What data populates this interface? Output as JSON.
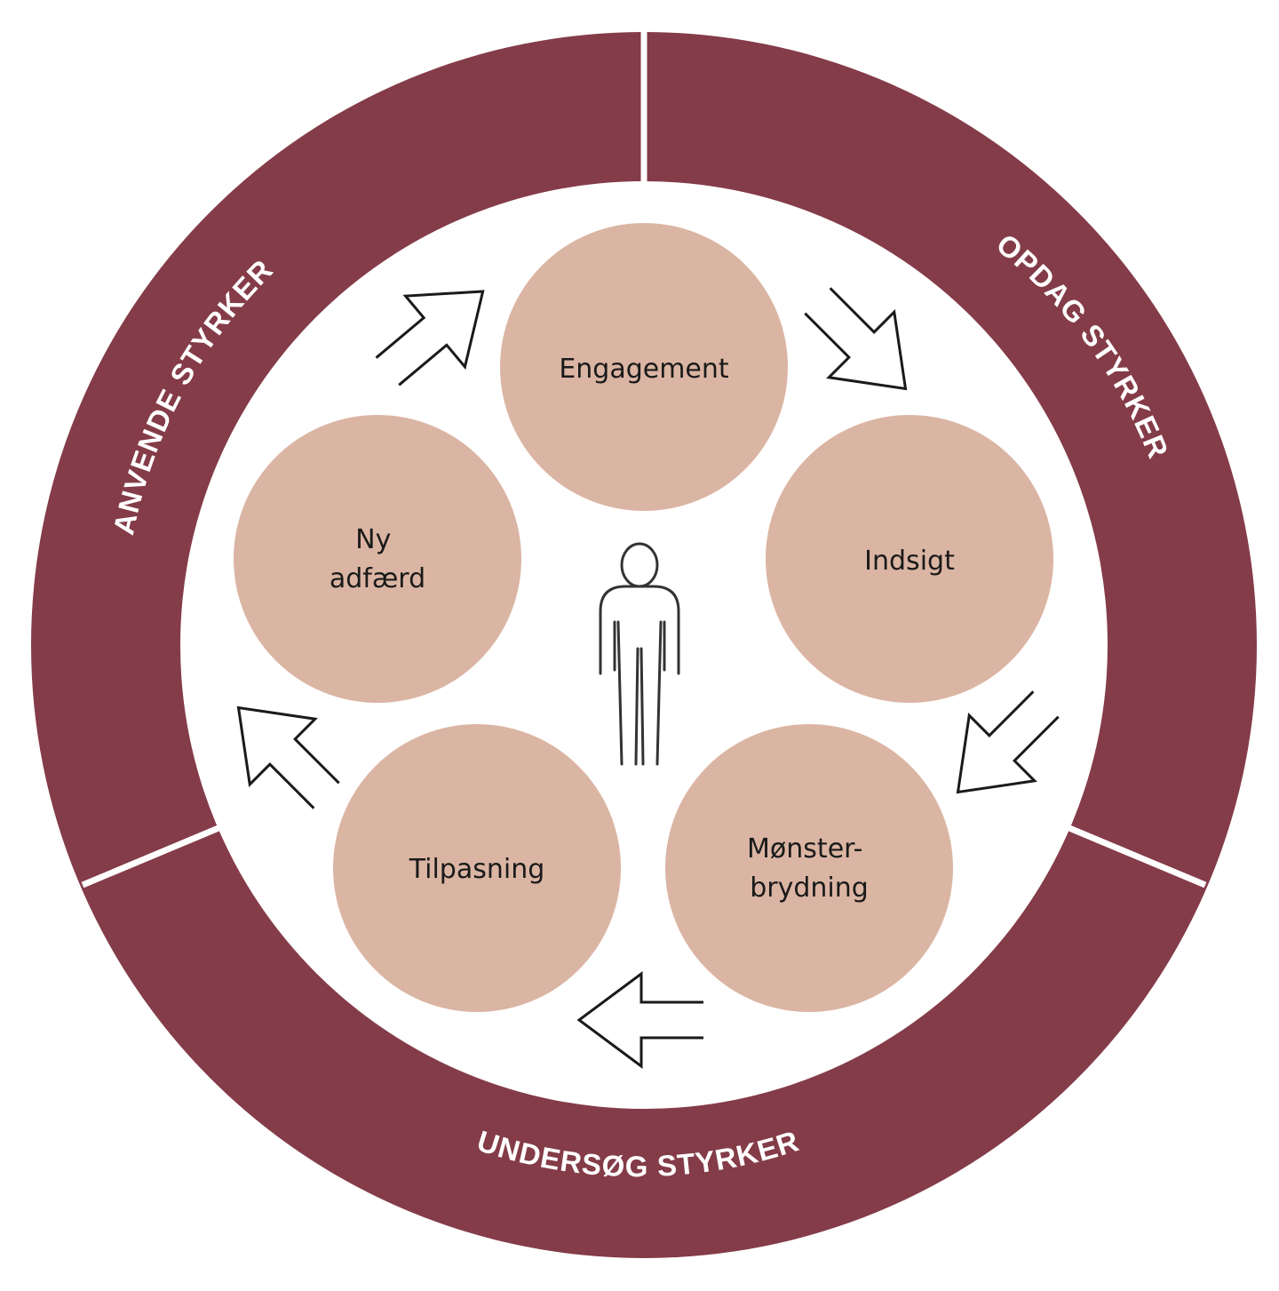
{
  "colors": {
    "ring": "#843c48",
    "stage": "#dbb5a3",
    "divider": "#ffffff",
    "center": "#ffffff"
  },
  "ring": {
    "segments": [
      {
        "id": "opdag",
        "label": "OPDAG STYRKER"
      },
      {
        "id": "undersog",
        "label": "UNDERSØG STYRKER"
      },
      {
        "id": "anvende",
        "label": "ANVENDE STYRKER"
      }
    ]
  },
  "stages": [
    {
      "id": "engagement",
      "lines": [
        "Engagement"
      ]
    },
    {
      "id": "indsigt",
      "lines": [
        "Indsigt"
      ]
    },
    {
      "id": "monsterbrydning",
      "lines": [
        "Mønster-",
        "brydning"
      ]
    },
    {
      "id": "tilpasning",
      "lines": [
        "Tilpasning"
      ]
    },
    {
      "id": "ny-adfaerd",
      "lines": [
        "Ny",
        "adfærd"
      ]
    }
  ],
  "center": {
    "icon": "person-icon"
  }
}
